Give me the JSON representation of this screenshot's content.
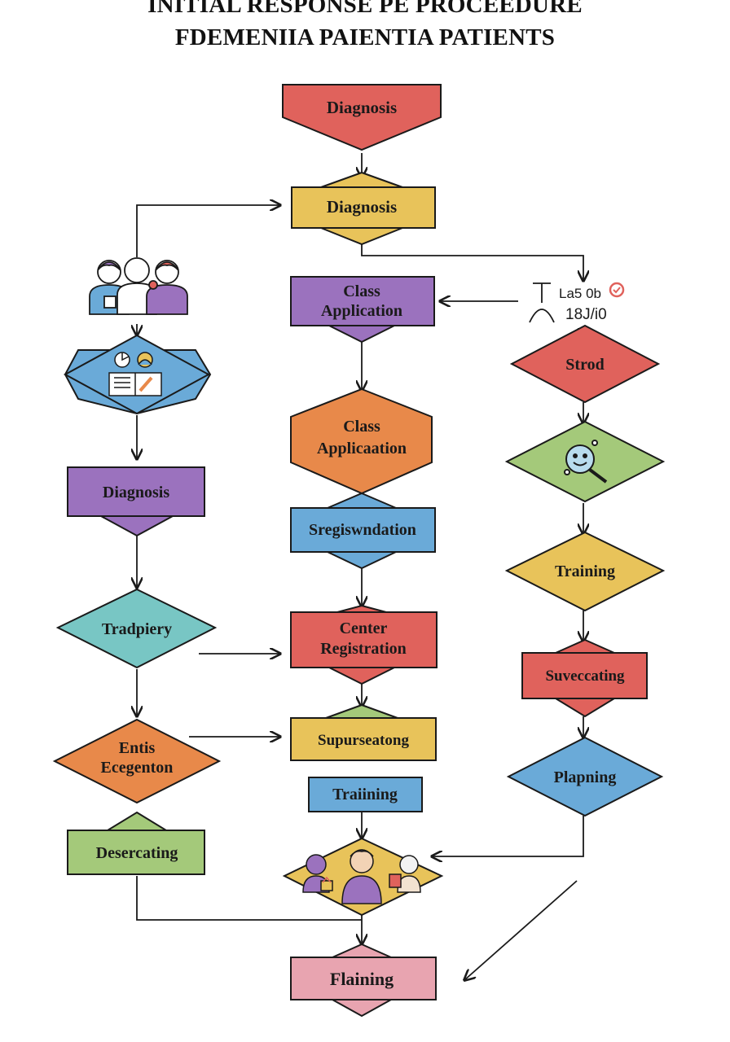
{
  "title": {
    "line1": "INITIAL RESPONSE PE PROCEEDURE",
    "line2": "FDEMENIIA PAIENTIA PATIENTS"
  },
  "colors": {
    "red": "#e0625c",
    "yellow": "#e8c35a",
    "purple": "#9b72be",
    "orange": "#e8894a",
    "blue": "#6aaad8",
    "teal": "#78c6c4",
    "green": "#a4c97a",
    "pink": "#e8a4b0",
    "stroke": "#1a1a1a"
  },
  "nodes": {
    "c_diagnosis_top": "Diagnosis",
    "c_diagnosis_2": "Diagnosis",
    "c_class_app_1": [
      "Class",
      "Application"
    ],
    "c_class_app_2": [
      "Class",
      "Applicaation"
    ],
    "c_sregiswndation": "Sregiswndation",
    "c_center_reg": [
      "Center",
      "Registration"
    ],
    "c_supurseatong": "Supurseatong",
    "c_training": "Traiining",
    "c_flaining": "Flaining",
    "l_diagnosis": "Diagnosis",
    "l_tradpiery": "Tradpiery",
    "l_entis": [
      "Entis",
      "Ecegenton"
    ],
    "l_desercating": "Desercating",
    "r_strod": "Strod",
    "r_training": "Training",
    "r_suveccating": "Suveccating",
    "r_plapning": "Plapning",
    "r_annotation": [
      "La5 0b",
      "18J/i0"
    ]
  }
}
